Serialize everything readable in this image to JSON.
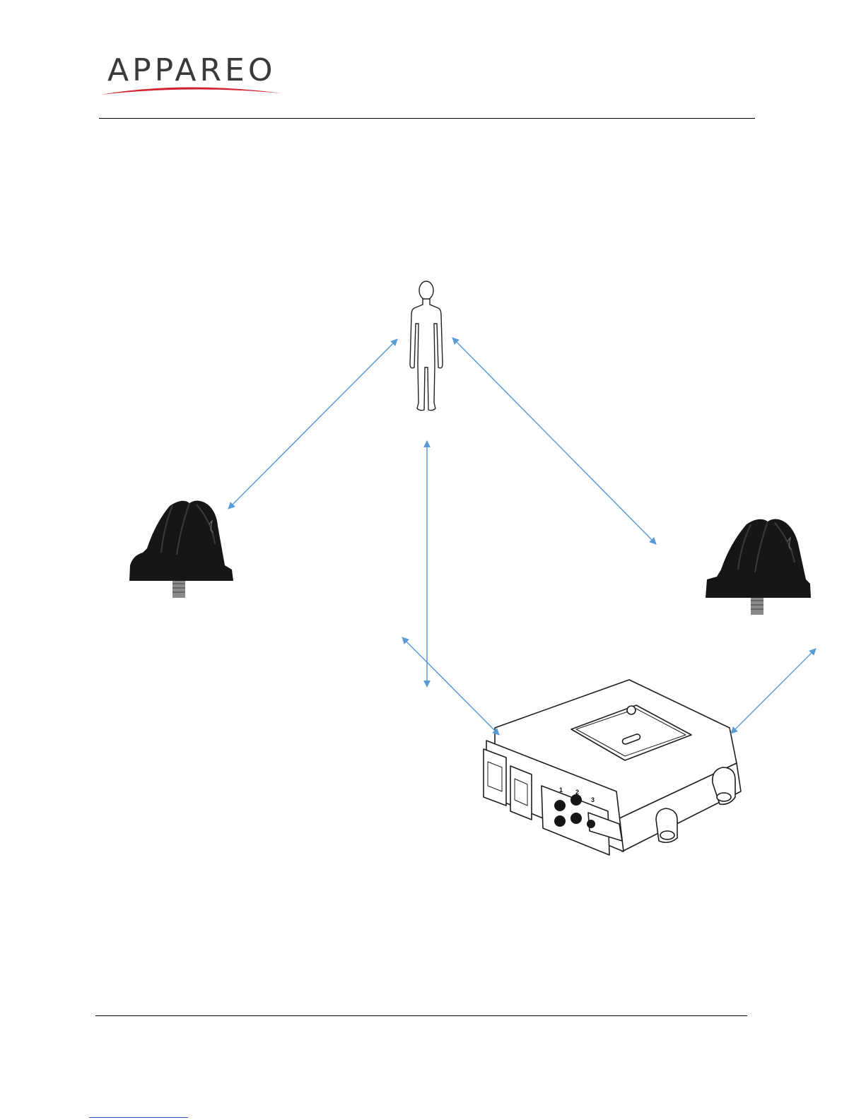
{
  "header": {
    "logo_text": "APPAREO",
    "brand_color": "#d0232f"
  },
  "diagram": {
    "arrow_color": "#5b9bd5",
    "connector_labels": [
      "1",
      "2",
      "3"
    ],
    "icons": [
      "person-icon",
      "antenna-left-icon",
      "antenna-right-icon",
      "control-unit-icon"
    ]
  }
}
